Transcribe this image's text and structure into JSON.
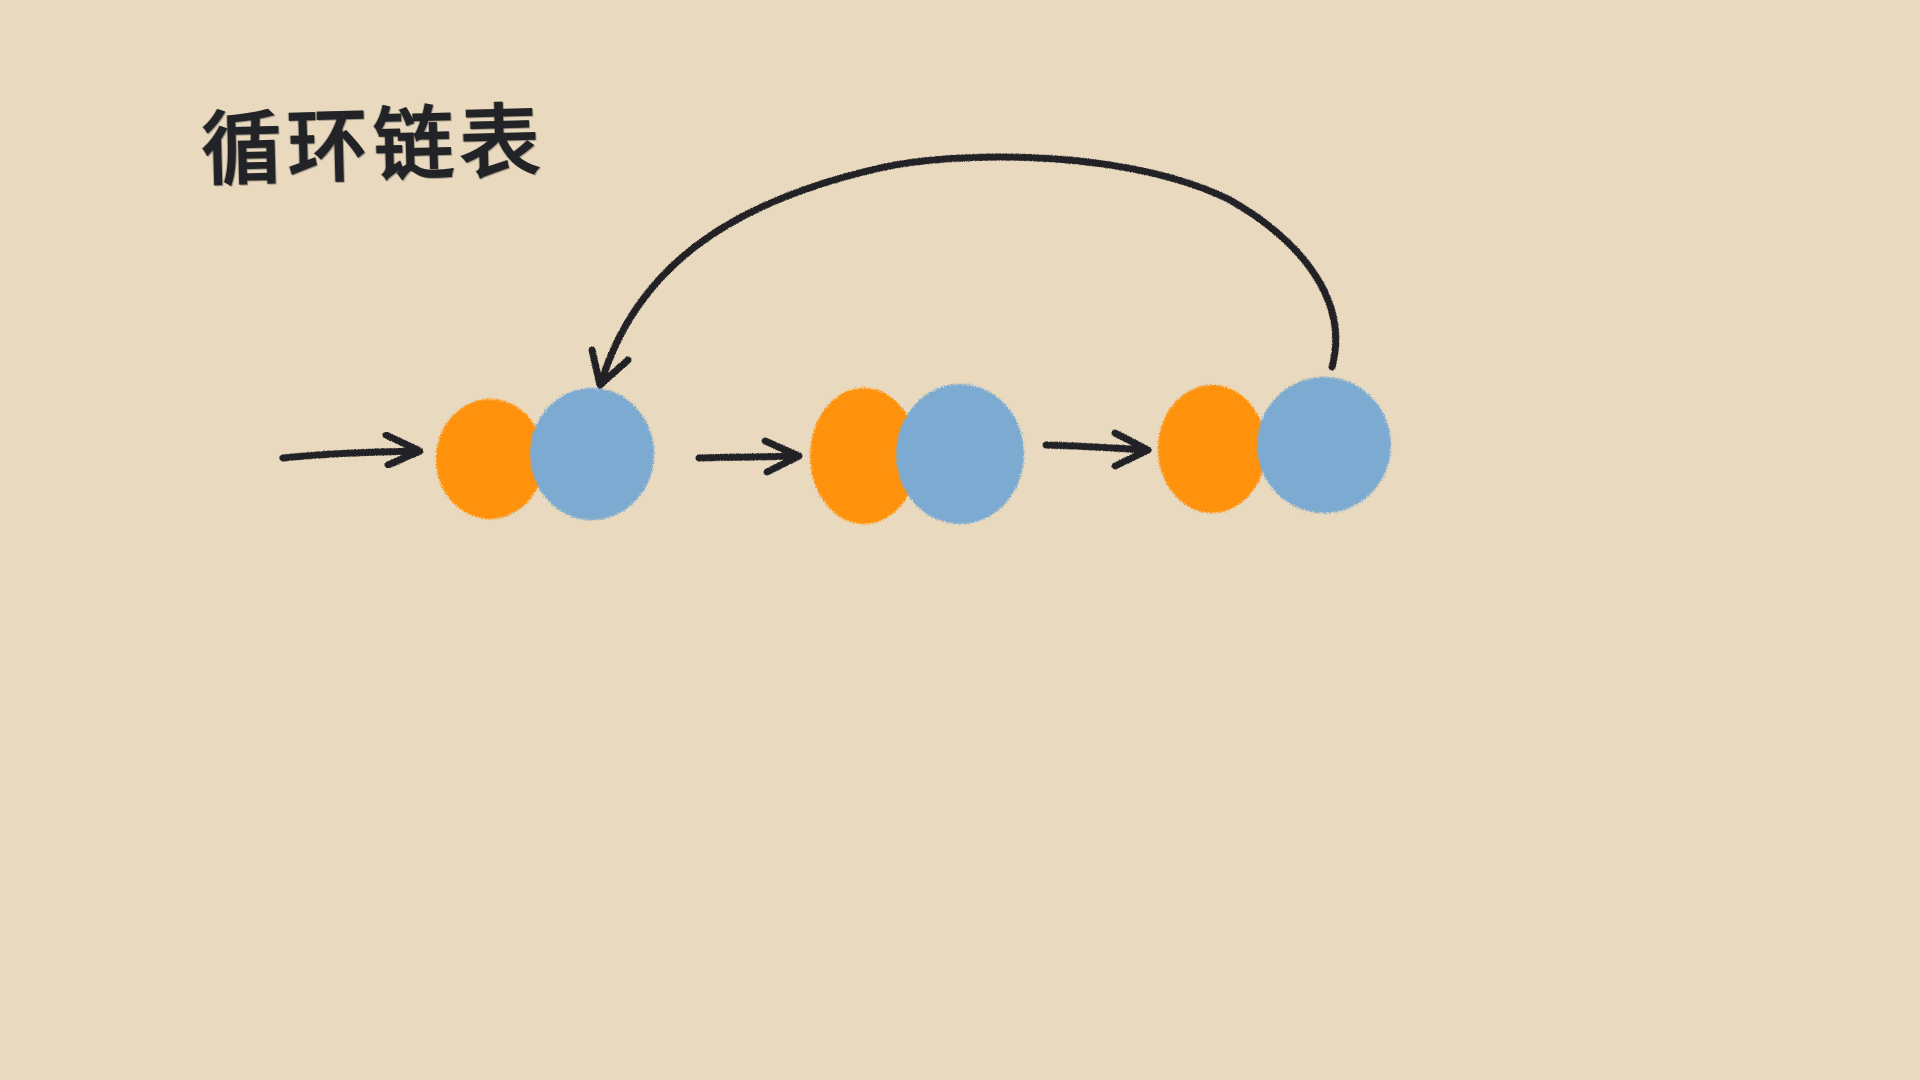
{
  "diagram": {
    "title": "循环链表",
    "colors": {
      "background": "#E9D9BE",
      "data_part": "#FF9208",
      "pointer_part": "#7BAAD0",
      "stroke": "#222326"
    },
    "node_count": 3,
    "edges": [
      {
        "from": "head",
        "to": "node-1",
        "kind": "head-pointer"
      },
      {
        "from": "node-1",
        "to": "node-2",
        "kind": "next"
      },
      {
        "from": "node-2",
        "to": "node-3",
        "kind": "next"
      },
      {
        "from": "node-3",
        "to": "node-1",
        "kind": "loop-back"
      }
    ]
  }
}
